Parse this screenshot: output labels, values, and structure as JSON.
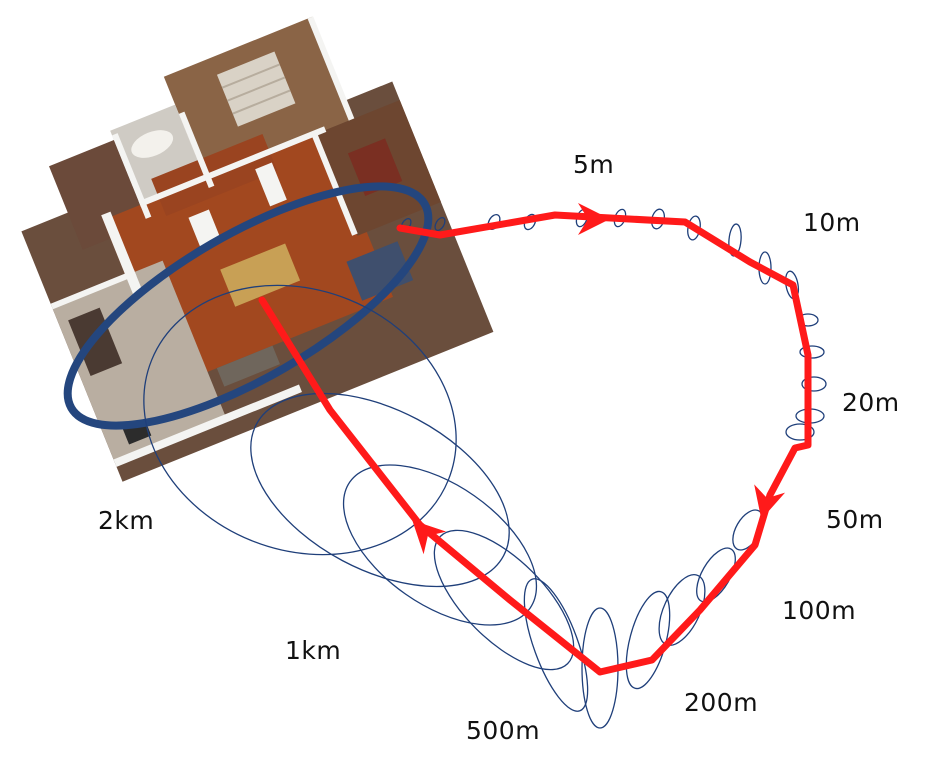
{
  "colors": {
    "trajectory": "#ff1a1a",
    "uncertainty": "#1f3f7a",
    "highlight": "#24467e",
    "floor_wood": "#a2481f",
    "floor_tile": "#b9aea1",
    "walls": "#f4f4f2"
  },
  "labels": {
    "d5m": "5m",
    "d10m": "10m",
    "d20m": "20m",
    "d50m": "50m",
    "d100m": "100m",
    "d200m": "200m",
    "d500m": "500m",
    "d1km": "1km",
    "d2km": "2km"
  },
  "icons": {
    "arrow_marker": "triangle-arrow-icon",
    "floorplan": "floorplan-3d-image"
  }
}
